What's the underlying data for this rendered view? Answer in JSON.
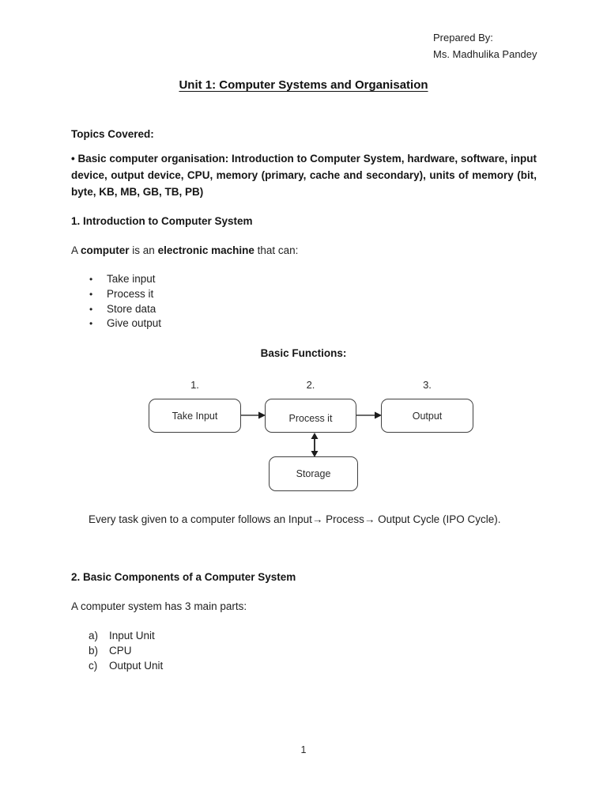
{
  "header": {
    "prepared_by": "Prepared By:",
    "author": "Ms. Madhulika Pandey"
  },
  "title": "Unit 1: Computer Systems and Organisation",
  "topics": {
    "heading": "Topics Covered:",
    "body": "• Basic computer organisation: Introduction to Computer System, hardware, software, input device, output device, CPU, memory (primary, cache and secondary), units of memory (bit, byte, KB, MB, GB, TB, PB)"
  },
  "intro": {
    "heading": "1. Introduction to Computer System",
    "lead": {
      "pre": "A ",
      "bold1": "computer",
      "mid": " is an ",
      "bold2": "electronic machine",
      "post": " that can:"
    },
    "bullet_char": "•",
    "bullets": [
      "Take input",
      "Process it",
      "Store data",
      "Give output"
    ]
  },
  "functions": {
    "heading": "Basic Functions:",
    "steps": [
      {
        "number": "1.",
        "label": "Take Input"
      },
      {
        "number": "2.",
        "label": "Process it"
      },
      {
        "number": "3.",
        "label": "Output"
      }
    ],
    "storage_label": "Storage",
    "caption": "Every task given to a computer follows an Input→ Process→ Output Cycle (IPO Cycle)."
  },
  "components": {
    "heading": "2. Basic Components of a Computer System",
    "lead": "A computer system has 3 main parts:",
    "items": [
      {
        "marker": "a)",
        "label": "Input Unit"
      },
      {
        "marker": "b)",
        "label": "CPU"
      },
      {
        "marker": "c)",
        "label": "Output Unit"
      }
    ]
  },
  "footer": {
    "page_number": "1"
  }
}
